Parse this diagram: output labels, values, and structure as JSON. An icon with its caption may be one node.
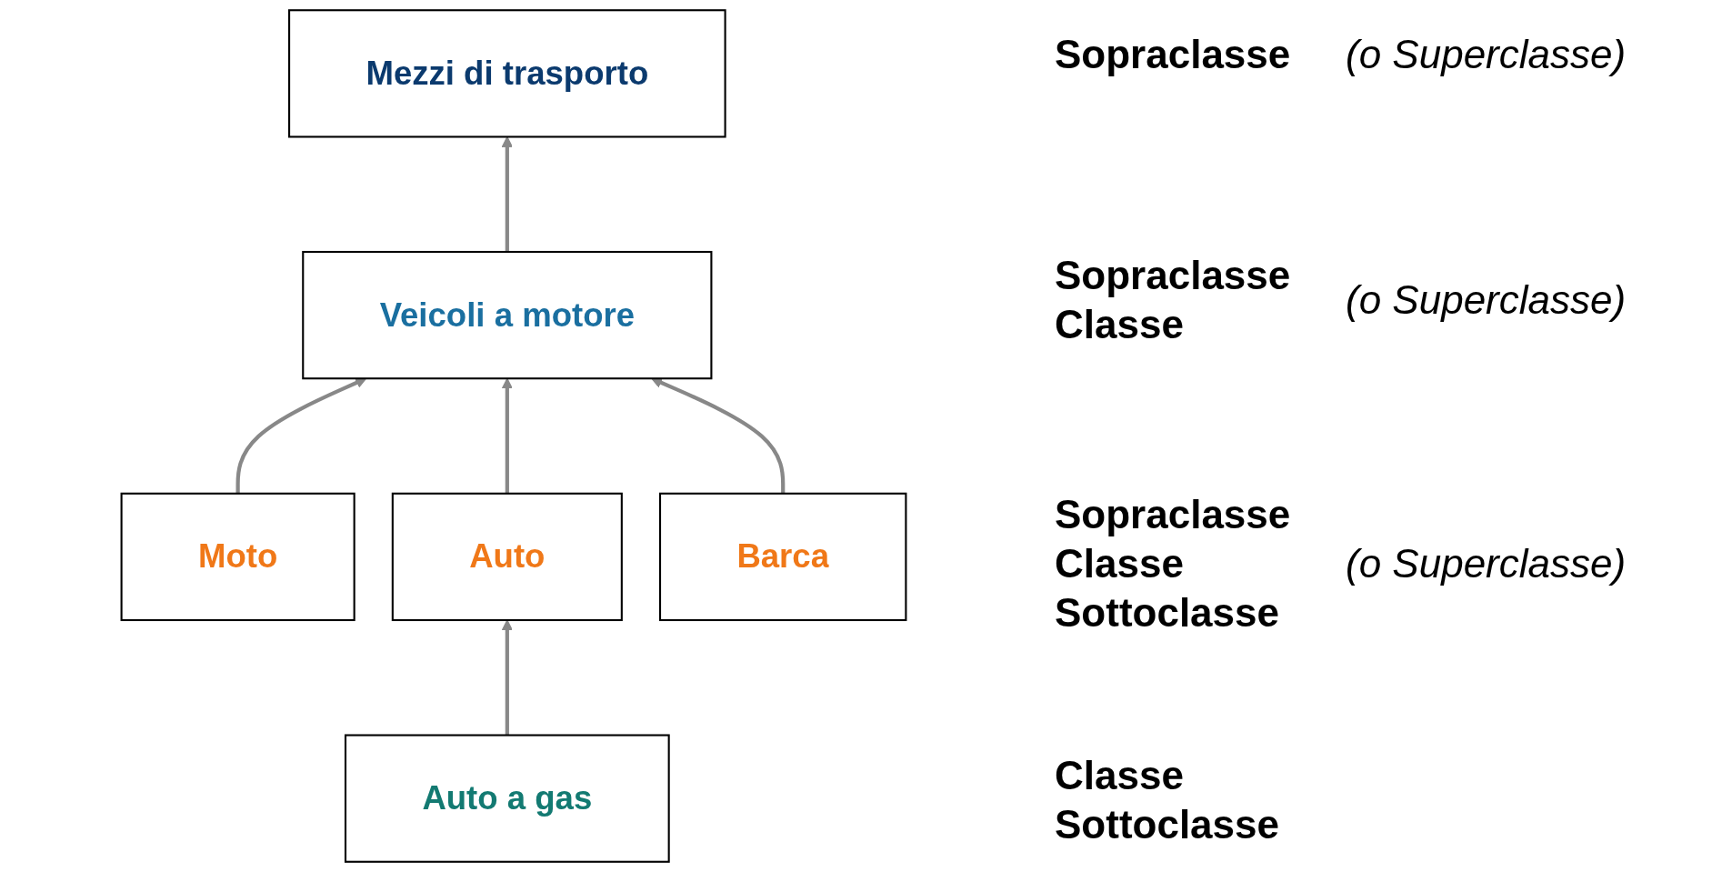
{
  "diagram": {
    "nodes": [
      {
        "text": [
          "Mezzi di trasporto"
        ]
      },
      {
        "text": [
          "Veicoli a motore"
        ]
      },
      {
        "text": [
          "Moto"
        ]
      },
      {
        "text": [
          "Auto"
        ]
      },
      {
        "text": [
          "Barca"
        ]
      },
      {
        "text": [
          "Auto a gas"
        ]
      }
    ],
    "edges": [
      {
        "from": 1,
        "to": 0,
        "arrow": "to"
      },
      {
        "from": 2,
        "to": 1,
        "arrow": "to"
      },
      {
        "from": 3,
        "to": 1,
        "arrow": "to"
      },
      {
        "from": 4,
        "to": 1,
        "arrow": "to"
      },
      {
        "from": 5,
        "to": 3,
        "arrow": "to"
      }
    ],
    "labels": [
      "Sopraclasse",
      "(o Superclasse)",
      "Sopraclasse",
      "Classe",
      "(o Superclasse)",
      "Sopraclasse",
      "Classe",
      "Sottoclasse",
      "(o Superclasse)",
      "Classe",
      "Sottoclasse"
    ]
  }
}
